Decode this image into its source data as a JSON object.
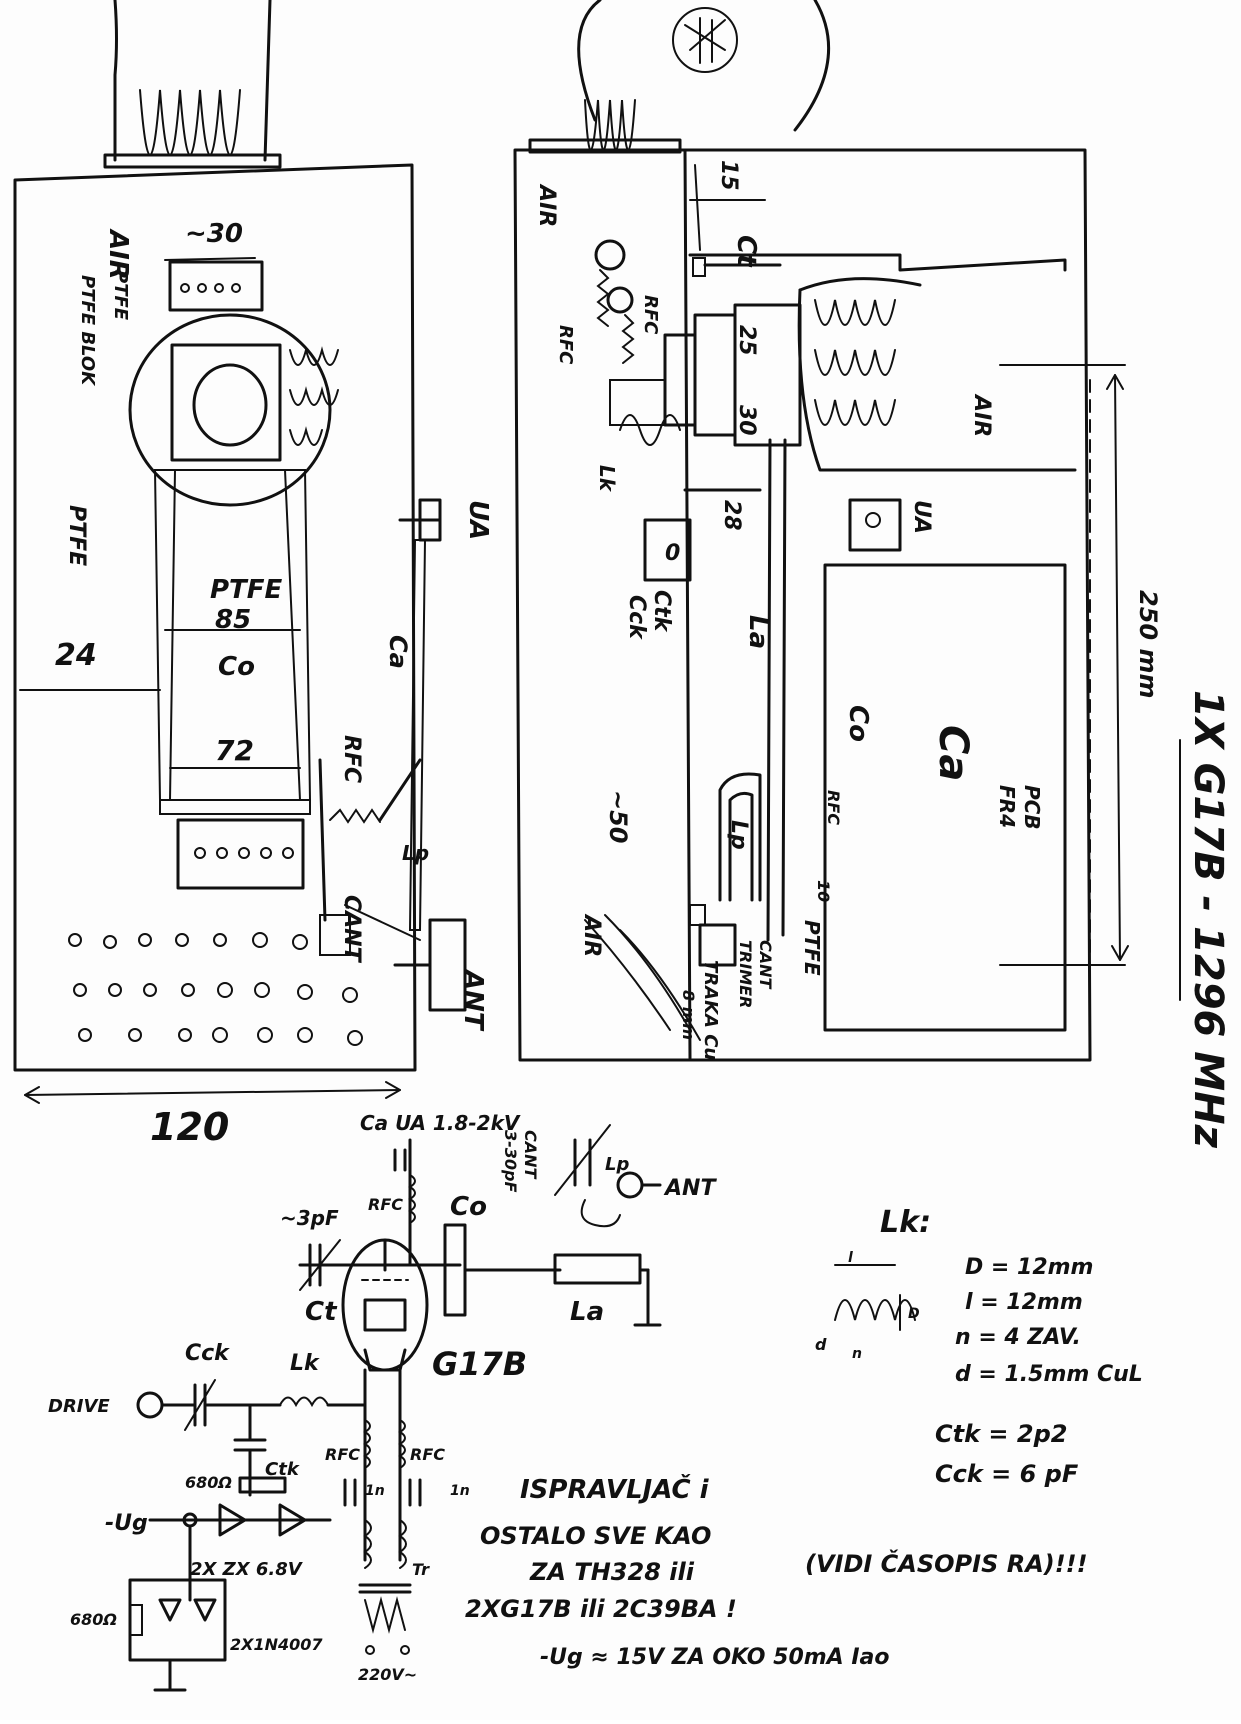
{
  "left_view": {
    "air": "AIR",
    "dim_30": "~30",
    "ptfe_blok": "PTFE BLOK",
    "ptfe": "PTFE",
    "ptfe_85_a": "PTFE",
    "ptfe_85_b": "85",
    "co": "Co",
    "dim_24": "24",
    "dim_72": "72",
    "rfc": "RFC",
    "ua": "UA",
    "ca": "Ca",
    "lp": "Lp",
    "cant": "CANT",
    "ant": "ANT",
    "width_120": "120"
  },
  "right_view": {
    "air_top": "AIR",
    "dim_15": "15",
    "ct": "Ct",
    "rfc_1": "RFC",
    "rfc_2": "RFC",
    "dim_25": "25",
    "dim_30": "30",
    "air_cavity": "AIR",
    "lk": "Lk",
    "dim_28": "28",
    "ua": "UA",
    "ctk": "Ctk",
    "cck": "Cck",
    "la": "La",
    "co": "Co",
    "ca": "Ca",
    "pcb": "PCB",
    "fr4": "FR4",
    "dim_250": "250 mm",
    "dim_50": "~50",
    "lp": "Lp",
    "rfc_3": "RFC",
    "dim_10": "10",
    "cant": "CANT",
    "trimmer": "TRIMER",
    "traka_a": "TRAKA Cu",
    "traka_b": "8 mm",
    "ptfe": "PTFE",
    "air_bottom": "AIR"
  },
  "side_title": "1X G17B - 1296 MHz",
  "schematic": {
    "supply": "Ca UA 1.8-2kV",
    "c3pf": "~3pF",
    "rfc_top": "RFC",
    "co": "Co",
    "cant": "CANT",
    "cant_range": "3-30pF",
    "lp": "Lp",
    "ant": "ANT",
    "ct": "Ct",
    "la": "La",
    "tube": "G17B",
    "cck": "Cck",
    "lk": "Lk",
    "drive": "DRIVE",
    "ctk": "Ctk",
    "r680": "680Ω",
    "rfc_l": "RFC",
    "rfc_r": "RFC",
    "c1n_l": "1n",
    "c1n_r": "1n",
    "ug": "-Ug",
    "zener": "2X ZX 6.8V",
    "diodes": "2X1N4007",
    "r680_b": "680Ω",
    "tr": "Tr",
    "mains": "220V~"
  },
  "lk_spec": {
    "title": "Lk:",
    "d_big": "D = 12mm",
    "len": "l = 12mm",
    "turns": "n = 4 ZAV.",
    "wire": "d = 1.5mm CuL",
    "l_lbl": "l",
    "d_lbl": "D",
    "dw_lbl": "d",
    "n_lbl": "n",
    "ctk_val": "Ctk = 2p2",
    "cck_val": "Cck = 6 pF"
  },
  "notes": {
    "line1": "ISPRAVLJAČ i",
    "line2": "OSTALO SVE KAO",
    "line3": "ZA TH328 ili",
    "line4": "2XG17B ili 2C39BA !",
    "ref": "(VIDI ČASOPIS RA)!!!",
    "bias": "-Ug ≈ 15V ZA OKO 50mA Iao"
  }
}
